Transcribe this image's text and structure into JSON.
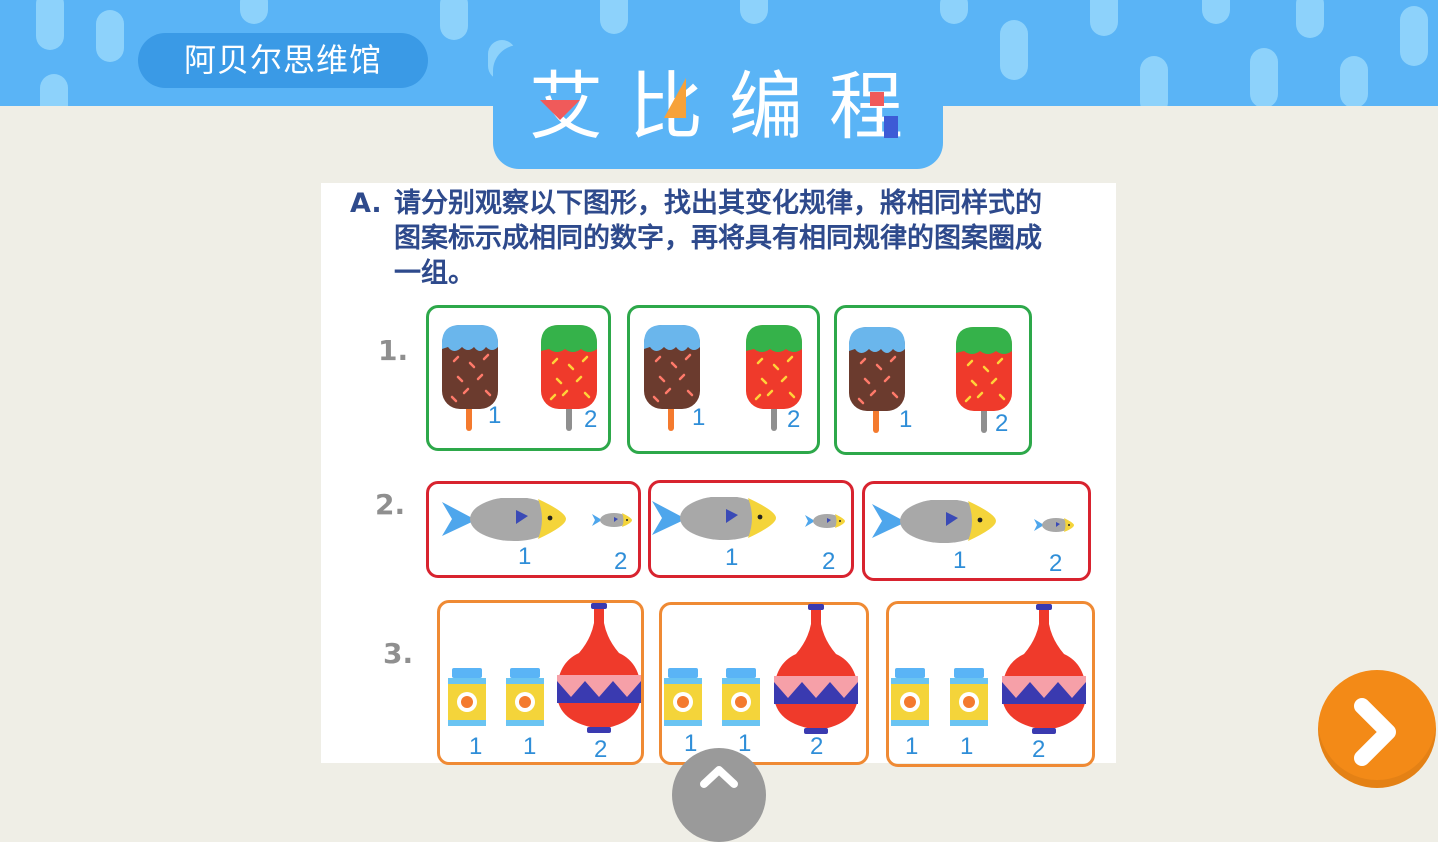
{
  "header": {
    "brand": "阿贝尔思维馆",
    "title": "艾比编程"
  },
  "exercise": {
    "letter": "A.",
    "instruction": "请分别观察以下图形，找出其变化规律，將相同样式的图案标示成相同的数字，再将具有相同规律的图案圈成一组。",
    "rows": [
      {
        "label": "1.",
        "groups": [
          {
            "numbers": [
              "1",
              "2"
            ]
          },
          {
            "numbers": [
              "1",
              "2"
            ]
          },
          {
            "numbers": [
              "1",
              "2"
            ]
          }
        ]
      },
      {
        "label": "2.",
        "groups": [
          {
            "numbers": [
              "1",
              "2"
            ]
          },
          {
            "numbers": [
              "1",
              "2"
            ]
          },
          {
            "numbers": [
              "1",
              "2"
            ]
          }
        ]
      },
      {
        "label": "3.",
        "groups": [
          {
            "numbers": [
              "1",
              "1",
              "2"
            ]
          },
          {
            "numbers": [
              "1",
              "1",
              "2"
            ]
          },
          {
            "numbers": [
              "1",
              "1",
              "2"
            ]
          }
        ]
      }
    ]
  },
  "colors": {
    "header_blue": "#5ab4f6",
    "green_group": "#2da84a",
    "red_group": "#d8232f",
    "orange_group": "#ef8a34",
    "number_blue": "#2f8ed8",
    "next_orange": "#f38a17"
  },
  "icons": {
    "next": "chevron-right-icon",
    "home": "chevron-up-icon",
    "row1": "popsicle-icon",
    "row2": "fish-icon",
    "row3": "bottle-vase-icon"
  }
}
